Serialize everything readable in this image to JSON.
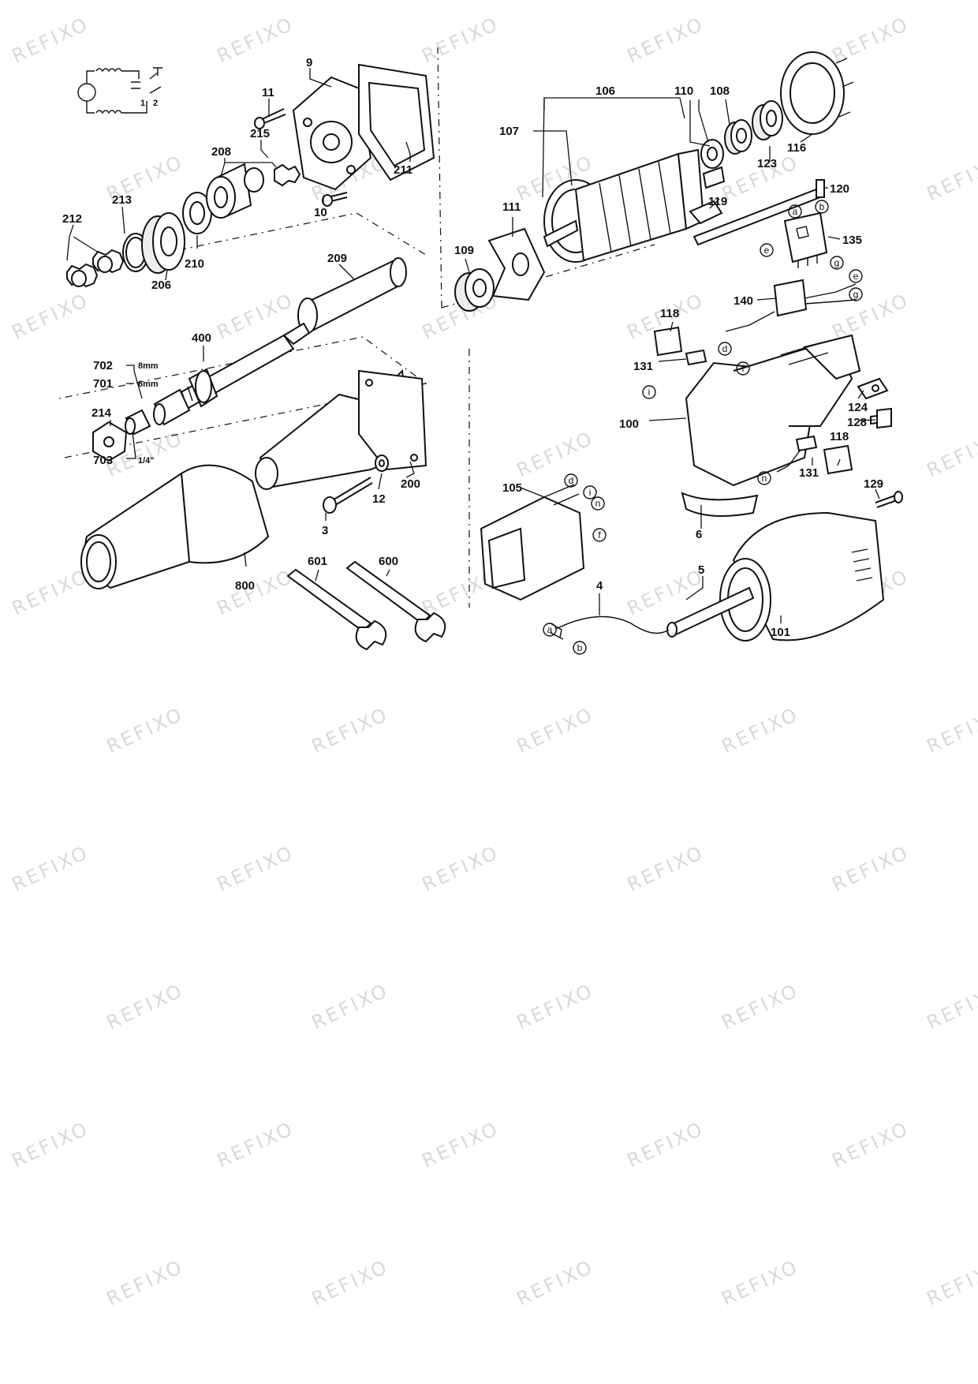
{
  "watermark": "REFIXO",
  "part_numbers": {
    "p3": "3",
    "p4": "4",
    "p5": "5",
    "p6": "6",
    "p9": "9",
    "p10": "10",
    "p11": "11",
    "p12": "12",
    "p100": "100",
    "p101": "101",
    "p105": "105",
    "p106": "106",
    "p107": "107",
    "p108": "108",
    "p109": "109",
    "p110": "110",
    "p111": "111",
    "p116": "116",
    "p118a": "118",
    "p118b": "118",
    "p119": "119",
    "p120": "120",
    "p123": "123",
    "p124": "124",
    "p128": "128",
    "p129": "129",
    "p131a": "131",
    "p131b": "131",
    "p135": "135",
    "p140": "140",
    "p200": "200",
    "p206": "206",
    "p208": "208",
    "p209": "209",
    "p210": "210",
    "p211": "211",
    "p212": "212",
    "p213": "213",
    "p214": "214",
    "p215": "215",
    "p400": "400",
    "p600": "600",
    "p601": "601",
    "p701": "701",
    "p702": "702",
    "p703": "703",
    "p800": "800"
  },
  "collet_sizes": {
    "s702": "8mm",
    "s701": "6mm",
    "s703": "1/4\""
  },
  "wire_letters": {
    "a": "a",
    "b": "b",
    "d": "d",
    "e": "e",
    "f": "f",
    "g": "g",
    "i": "i",
    "n": "n"
  }
}
